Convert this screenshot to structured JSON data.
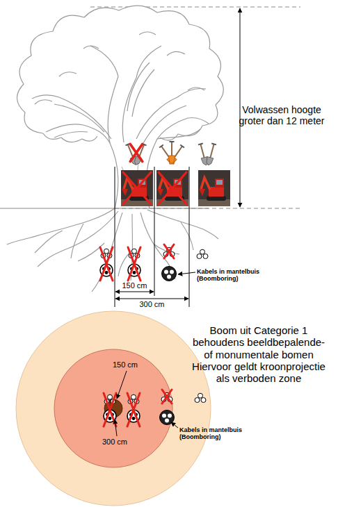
{
  "diagram": {
    "title": "Boom uit Categorie 1 behoudens beeldbepalende- of monumentale bomen Hiervoor geldt kroonprojectie als verboden zone",
    "labels": [
      "Volwassen hoogte groter dan 12 meter",
      "150 cm",
      "300 cm",
      "Kabels in mantelbuis (Boomboring)",
      "150 cm",
      "300 cm",
      "Kabels in mantelbuis (Boomboring)"
    ]
  }
}
